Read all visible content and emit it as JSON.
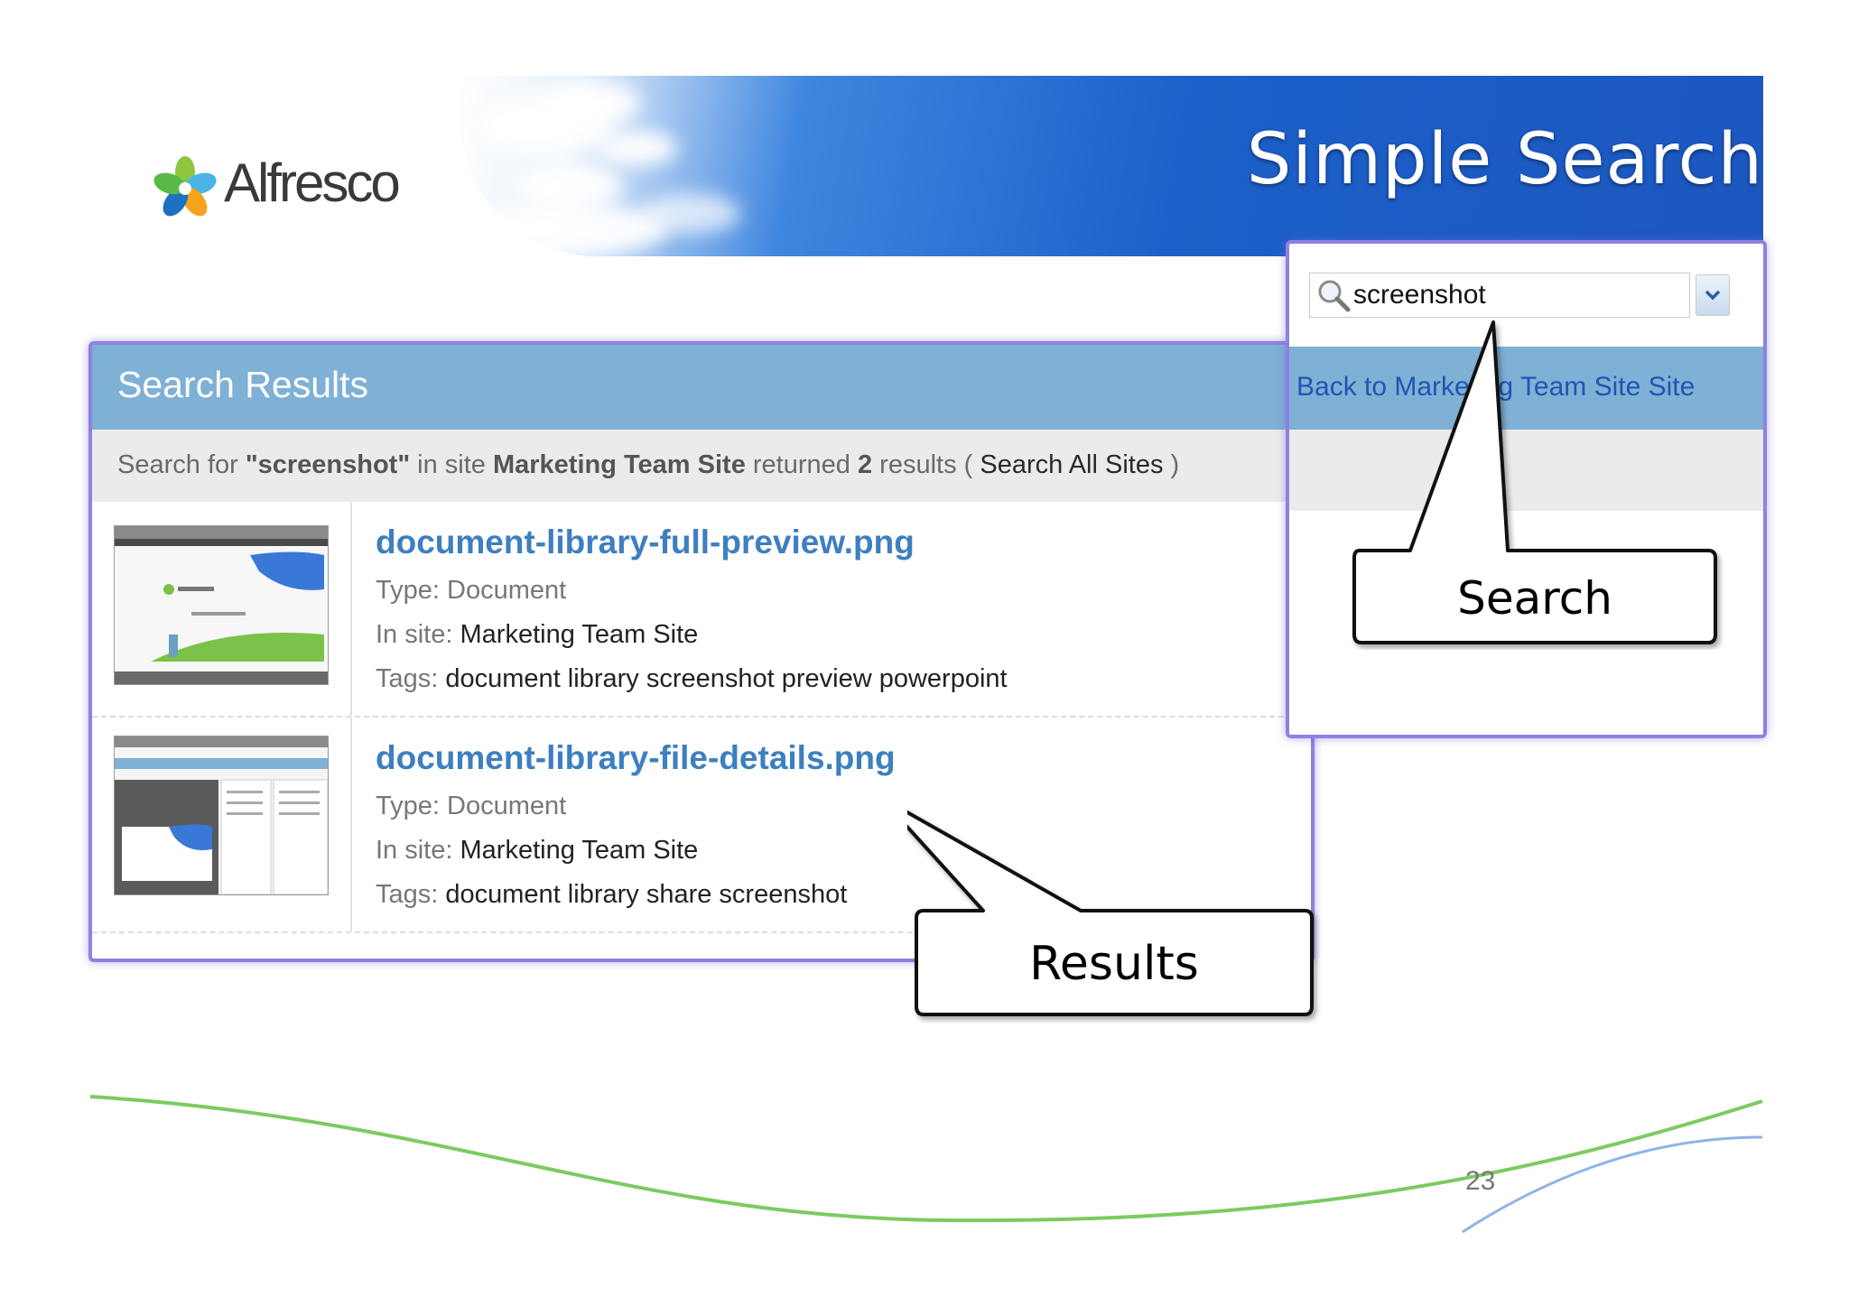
{
  "slide": {
    "title": "Simple Search",
    "brand": "Alfresco",
    "page_number": "23"
  },
  "results": {
    "header": "Search Results",
    "summary": {
      "prefix": "Search for ",
      "term": "\"screenshot\"",
      "in_site_text": " in site ",
      "site": "Marketing Team Site",
      "returned_text": " returned ",
      "count": "2",
      "results_text": " results ( ",
      "search_all_label": "Search All Sites",
      "suffix": " )"
    },
    "type_label": "Type:",
    "site_label": "In site:",
    "tags_label": "Tags:",
    "items": [
      {
        "name": "document-library-full-preview.png",
        "type": "Document",
        "site": "Marketing Team Site",
        "tags": "document library screenshot preview powerpoint"
      },
      {
        "name": "document-library-file-details.png",
        "type": "Document",
        "site": "Marketing Team Site",
        "tags": "document library share screenshot"
      }
    ]
  },
  "search_box": {
    "value": "screenshot",
    "back_link": "Back to Marketing Team Site Site"
  },
  "callouts": {
    "search": "Search",
    "results": "Results"
  },
  "colors": {
    "header_bar": "#7fb0d6",
    "link_blue": "#3d7fc0",
    "panel_border": "#8e82e0",
    "swoosh_green": "#7ccb60",
    "swoosh_blue": "#8fb3e8"
  }
}
